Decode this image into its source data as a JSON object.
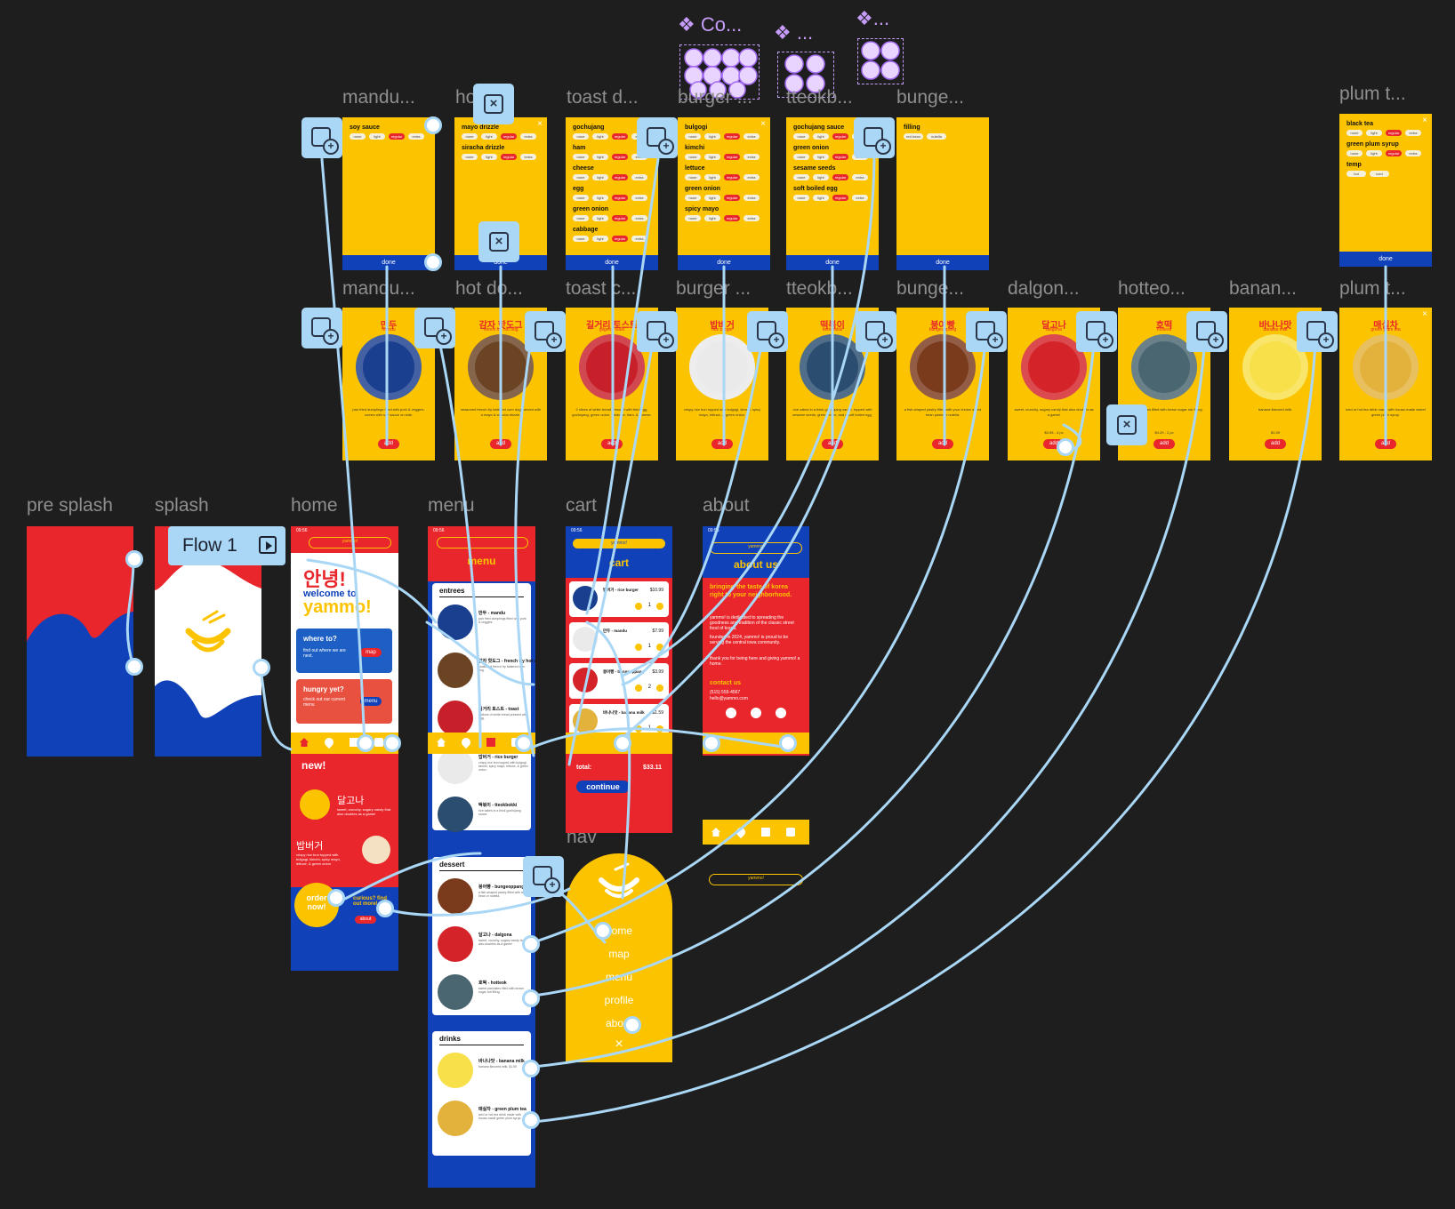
{
  "flow_label": "Flow 1",
  "frame_labels": {
    "pre_splash": "pre splash",
    "splash": "splash",
    "home": "home",
    "menu": "menu",
    "cart": "cart",
    "about": "about",
    "nav": "nav"
  },
  "component_labels": [
    "❖ Co...",
    "❖ ...",
    "❖..."
  ],
  "option_panel_labels": [
    "mandu...",
    "ho...",
    "toast d...",
    "burger ...",
    "tteokb...",
    "bunge...",
    "plum t..."
  ],
  "card_labels": [
    "mandu...",
    "hot do...",
    "toast c...",
    "burger ...",
    "tteokb...",
    "bunge...",
    "dalgon...",
    "hotteo...",
    "banan...",
    "plum t..."
  ],
  "option_panels": [
    {
      "groups": [
        {
          "name": "soy sauce",
          "opts": [
            "none",
            "light",
            "regular",
            "extra"
          ],
          "sel": 2
        }
      ]
    },
    {
      "groups": [
        {
          "name": "mayo drizzle",
          "opts": [
            "none",
            "light",
            "regular",
            "extra"
          ],
          "sel": 2
        },
        {
          "name": "siracha drizzle",
          "opts": [
            "none",
            "light",
            "regular",
            "extra"
          ],
          "sel": 2
        }
      ]
    },
    {
      "groups": [
        {
          "name": "gochujang",
          "opts": [
            "none",
            "light",
            "regular",
            "extra"
          ],
          "sel": 2
        },
        {
          "name": "ham",
          "opts": [
            "none",
            "light",
            "regular",
            "extra"
          ],
          "sel": 2
        },
        {
          "name": "cheese",
          "opts": [
            "none",
            "light",
            "regular",
            "extra"
          ],
          "sel": 2
        },
        {
          "name": "egg",
          "opts": [
            "none",
            "light",
            "regular",
            "extra"
          ],
          "sel": 2
        },
        {
          "name": "green onion",
          "opts": [
            "none",
            "light",
            "regular",
            "extra"
          ],
          "sel": 2
        },
        {
          "name": "cabbage",
          "opts": [
            "none",
            "light",
            "regular",
            "extra"
          ],
          "sel": 2
        }
      ]
    },
    {
      "groups": [
        {
          "name": "bulgogi",
          "opts": [
            "none",
            "light",
            "regular",
            "extra"
          ],
          "sel": 2
        },
        {
          "name": "kimchi",
          "opts": [
            "none",
            "light",
            "regular",
            "extra"
          ],
          "sel": 2
        },
        {
          "name": "lettuce",
          "opts": [
            "none",
            "light",
            "regular",
            "extra"
          ],
          "sel": 2
        },
        {
          "name": "green onion",
          "opts": [
            "none",
            "light",
            "regular",
            "extra"
          ],
          "sel": 2
        },
        {
          "name": "spicy mayo",
          "opts": [
            "none",
            "light",
            "regular",
            "extra"
          ],
          "sel": 2
        }
      ]
    },
    {
      "groups": [
        {
          "name": "gochujang sauce",
          "opts": [
            "none",
            "light",
            "regular",
            "extra"
          ],
          "sel": 2
        },
        {
          "name": "green onion",
          "opts": [
            "none",
            "light",
            "regular",
            "extra"
          ],
          "sel": 2
        },
        {
          "name": "sesame seeds",
          "opts": [
            "none",
            "light",
            "regular",
            "extra"
          ],
          "sel": 2
        },
        {
          "name": "soft boiled egg",
          "opts": [
            "none",
            "light",
            "regular",
            "extra"
          ],
          "sel": 2
        }
      ]
    },
    {
      "groups": [
        {
          "name": "filling",
          "opts": [
            "red bean",
            "nutella"
          ],
          "sel": -1
        }
      ]
    },
    {
      "groups": [
        {
          "name": "black tea",
          "opts": [
            "none",
            "light",
            "regular",
            "extra"
          ],
          "sel": 2
        },
        {
          "name": "green plum syrup",
          "opts": [
            "none",
            "light",
            "regular",
            "extra"
          ],
          "sel": 2
        },
        {
          "name": "temp",
          "opts": [
            "hot",
            "iced"
          ],
          "sel": -1
        }
      ]
    }
  ],
  "done_label": "done",
  "product_cards": [
    {
      "kr": "만두",
      "en": "mandu",
      "desc": "pan fried dumplings filled with pork & veggies. comes with soy sauce on side.",
      "price": "",
      "add": "add"
    },
    {
      "kr": "감자 핫도그",
      "en": "french fry hot dog",
      "desc": "seasoned french fry battered corn dog, served with a mayo & siracha drizzle.",
      "price": "",
      "add": "add"
    },
    {
      "kr": "길거리 토스트",
      "en": "gilgeori toast",
      "desc": "2 slices of white bread pressed with fried egg, gochujang, green onion, cabbage, ham, & cheese.",
      "price": "",
      "add": "add"
    },
    {
      "kr": "밥버거",
      "en": "rice burger",
      "desc": "crispy rice bun topped with bulgogi, kimchi, spicy mayo, lettuce, & green onion.",
      "price": "",
      "add": "add"
    },
    {
      "kr": "떡볶이",
      "en": "tteokbokki",
      "desc": "rice cakes in a thick gochujang sauce, topped with sesame seeds, green onion, and a soft boiled egg.",
      "price": "",
      "add": "add"
    },
    {
      "kr": "붕어빵",
      "en": "bungeoppang",
      "desc": "a fish-shaped pastry filled with your choice of red bean paste or nutella.",
      "price": "",
      "add": "add"
    },
    {
      "kr": "달고나",
      "en": "dalgona",
      "desc": "sweet, crunchy, sugary candy that also doubles as a game!",
      "price": "$3.95 - 4 pc",
      "add": "add"
    },
    {
      "kr": "호떡",
      "en": "hotteok",
      "desc": "sweet pancakes filled with brown sugar nut filling.",
      "price": "$4.29 - 2 pc",
      "add": "add"
    },
    {
      "kr": "바나나맛",
      "en": "banana milk",
      "desc": "banana flavored milk.",
      "price": "$1.59",
      "add": "add"
    },
    {
      "kr": "매실차",
      "en": "green plum tea",
      "desc": "iced or hot tea drink made with house-made sweet green plum syrup.",
      "price": "",
      "add": "add"
    }
  ],
  "home": {
    "brand": "yammo!",
    "hello_kr": "안녕!",
    "welcome": "welcome to",
    "title": "yammo!",
    "where_title": "where to?",
    "where_sub": "find out where we are next.",
    "map_btn": "map",
    "hungry_title": "hungry yet?",
    "hungry_sub": "check out our current menu",
    "menu_btn": "menu",
    "new_badge": "new!",
    "promo1_kr": "달고나",
    "promo1_en": "dalgona",
    "promo1_desc": "sweet, crunchy, sugary candy that also doubles as a game!",
    "promo2_kr": "밥버거",
    "promo2_en": "rice burger",
    "promo2_desc": "crispy rice bun topped with bulgogi, kimchi, spicy mayo, lettuce, & green onion",
    "order_now": "order now!",
    "curious": "curious? find out more!",
    "about_btn": "about",
    "status_time": "09:56"
  },
  "menu": {
    "title": "menu",
    "status_time": "09:56",
    "sections": [
      {
        "name": "entrees",
        "items": [
          {
            "name": "만두 - mandu",
            "desc": "pan fried dumplings filled with pork & veggies."
          },
          {
            "name": "감자 핫도그 - french fry hot dog",
            "desc": "seasoned french fry battered corn dog."
          },
          {
            "name": "길거리 토스트 - toast",
            "desc": "2 slices of white bread pressed with egg."
          },
          {
            "name": "밥버거 - rice burger",
            "desc": "crispy rice bun topped with bulgogi, kimchi, spicy mayo, lettuce, & green onion."
          },
          {
            "name": "떡볶이 - tteokbokki",
            "desc": "rice cakes in a thick gochujang sauce."
          }
        ]
      },
      {
        "name": "dessert",
        "items": [
          {
            "name": "붕어빵 - bungeoppang",
            "desc": "a fish-shaped pastry filled with red bean or nutella."
          },
          {
            "name": "달고나 - dalgona",
            "desc": "sweet, crunchy, sugary candy that also doubles as a game!"
          },
          {
            "name": "호떡 - hotteok",
            "desc": "sweet pancakes filled with brown sugar nut filling."
          }
        ]
      },
      {
        "name": "drinks",
        "items": [
          {
            "name": "바나나맛 - banana milk",
            "desc": "banana flavored milk. $1.59"
          },
          {
            "name": "매실차 - green plum tea",
            "desc": "iced or hot tea drink made with house-made green plum syrup."
          }
        ]
      }
    ]
  },
  "cart": {
    "title": "cart",
    "brand": "yammo!",
    "status_time": "09:56",
    "items": [
      {
        "name": "밥버거 - rice burger",
        "price": "$10.99",
        "qty": "1"
      },
      {
        "name": "만두 - mandu",
        "price": "$7.99",
        "qty": "1"
      },
      {
        "name": "붕어빵 - bungeoppang",
        "price": "$3.99",
        "qty": "2"
      },
      {
        "name": "바나나맛 - banana milk",
        "price": "$1.59",
        "qty": "1"
      }
    ],
    "total_label": "total:",
    "total": "$33.11",
    "continue": "continue"
  },
  "about": {
    "title": "about us",
    "brand": "yammo!",
    "status_time": "09:56",
    "headline": "bringing the taste of korea right to your neighborhood.",
    "p1": "yammo! is dedicated to spreading the goodness and tradition of the classic street food of korea.",
    "p2": "founded in 2024, yammo! is proud to be serving the central iowa community.",
    "p3": "thank you for being here and giving yammo! a home.",
    "contact_title": "contact us",
    "phone": "(515) 555-4567",
    "email": "hello@yammo.com"
  },
  "nav_component": {
    "brand": "yammo!",
    "items": [
      "home",
      "map",
      "menu",
      "profile",
      "about"
    ],
    "close": "×"
  },
  "colors": {
    "canvas": "#1e1e1e",
    "red": "#e8262b",
    "blue": "#1041b8",
    "yellow": "#fcc400",
    "wire": "#a9d7f5"
  }
}
